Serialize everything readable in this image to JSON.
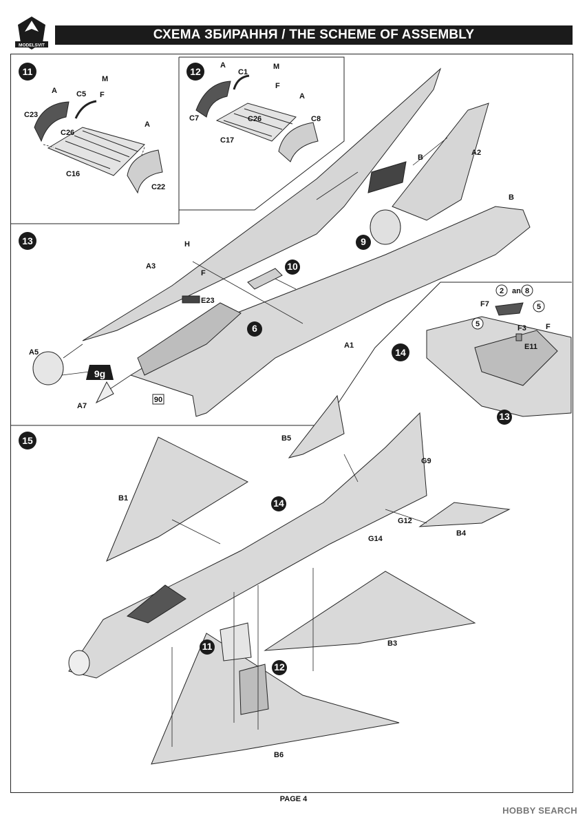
{
  "header": {
    "title": "СХЕМА ЗБИРАННЯ / THE SCHEME OF ASSEMBLY",
    "logo_text": "MODELSVIT"
  },
  "steps": [
    "11",
    "12",
    "13",
    "14",
    "15"
  ],
  "callouts": [
    "9",
    "10",
    "6",
    "2",
    "8",
    "5",
    "5",
    "11",
    "12",
    "14",
    "13"
  ],
  "glue_marks": [
    "A",
    "M",
    "F",
    "A",
    "A",
    "M",
    "F",
    "A",
    "H",
    "F",
    "B",
    "B",
    "F"
  ],
  "parts": {
    "s11": [
      "C23",
      "C5",
      "C26",
      "C16",
      "C22"
    ],
    "s12": [
      "C1",
      "C7",
      "C26",
      "C17",
      "C8"
    ],
    "s13": [
      "A3",
      "A5",
      "A7",
      "E23",
      "A1",
      "A2"
    ],
    "s14": [
      "F7",
      "F3",
      "E11"
    ],
    "s15": [
      "B1",
      "B5",
      "G9",
      "G12",
      "G14",
      "B4",
      "B3",
      "B6"
    ]
  },
  "weight_label": "9g",
  "ref_box": "90",
  "and_text": "and",
  "footer": {
    "page": "PAGE 4"
  },
  "watermark": "HOBBY SEARCH",
  "colors": {
    "fill": "#d9d9d9",
    "line": "#222222",
    "dark": "#1b1b1b"
  }
}
